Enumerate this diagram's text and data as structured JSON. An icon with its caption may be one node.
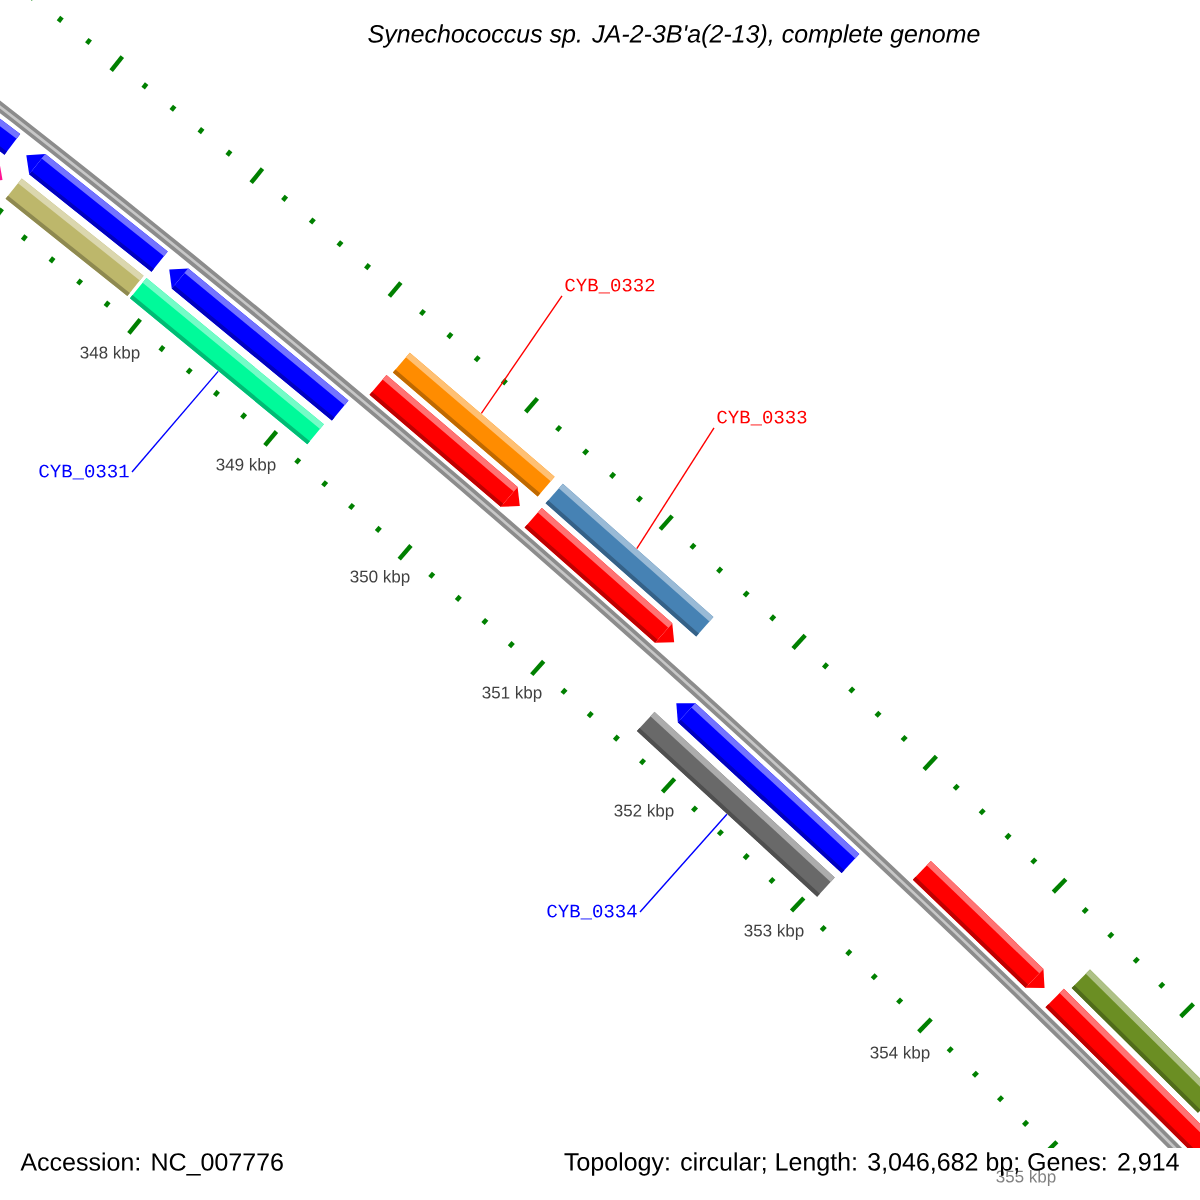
{
  "diagram": {
    "title": "Synechococcus sp. JA-2-3B'a(2-13), complete genome",
    "nodes": [
      {
        "text": [],
        "shape": "bar"
      },
      {
        "text": [],
        "shape": "arrow"
      },
      {
        "text": [],
        "shape": "arrow"
      },
      {
        "text": [],
        "shape": "bar"
      },
      {
        "text": [],
        "shape": "arrow"
      },
      {
        "text": [],
        "shape": "bar"
      },
      {
        "text": [
          "CYB_0331"
        ]
      },
      {
        "text": [
          "CYB_0332"
        ]
      },
      {
        "text": [],
        "shape": "arrow"
      },
      {
        "text": [],
        "shape": "bar"
      },
      {
        "text": [
          "CYB_0333"
        ]
      },
      {
        "text": [],
        "shape": "arrow"
      },
      {
        "text": [],
        "shape": "bar"
      },
      {
        "text": [],
        "shape": "arrow"
      },
      {
        "text": [],
        "shape": "bar"
      },
      {
        "text": [
          "CYB_0334"
        ]
      },
      {
        "text": [],
        "shape": "arrow"
      },
      {
        "text": [],
        "shape": "bar"
      },
      {
        "text": [],
        "shape": "bar"
      }
    ],
    "edges": [
      {
        "from": 6,
        "to": 5,
        "arrow": "none",
        "color": "#0000ff"
      },
      {
        "from": 7,
        "to": 9,
        "arrow": "none",
        "color": "#ff0000"
      },
      {
        "from": 10,
        "to": 12,
        "arrow": "none",
        "color": "#ff0000"
      },
      {
        "from": 15,
        "to": 14,
        "arrow": "none",
        "color": "#0000ff"
      }
    ],
    "labels": [
      "348 kbp",
      "349 kbp",
      "350 kbp",
      "351 kbp",
      "352 kbp",
      "353 kbp",
      "354 kbp",
      "355 kbp",
      "Accession: NC_007776",
      "Topology: circular; Length: 3,046,682 bp; Genes: 2,914"
    ]
  }
}
